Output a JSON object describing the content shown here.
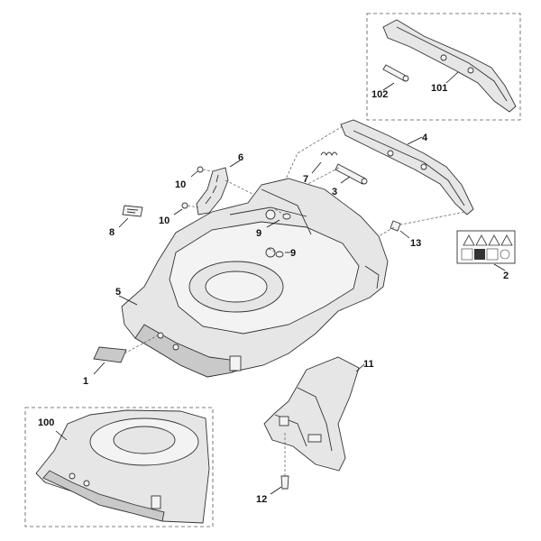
{
  "callouts": {
    "c1": "1",
    "c2": "2",
    "c3": "3",
    "c4": "4",
    "c5": "5",
    "c6": "6",
    "c7": "7",
    "c8": "8",
    "c9a": "9",
    "c9b": "9",
    "c10a": "10",
    "c10b": "10",
    "c11": "11",
    "c12": "12",
    "c13": "13",
    "c100": "100",
    "c101": "101",
    "c102": "102"
  },
  "colors": {
    "line": "#333333",
    "fill": "#e6e6e6",
    "background": "#ffffff"
  }
}
